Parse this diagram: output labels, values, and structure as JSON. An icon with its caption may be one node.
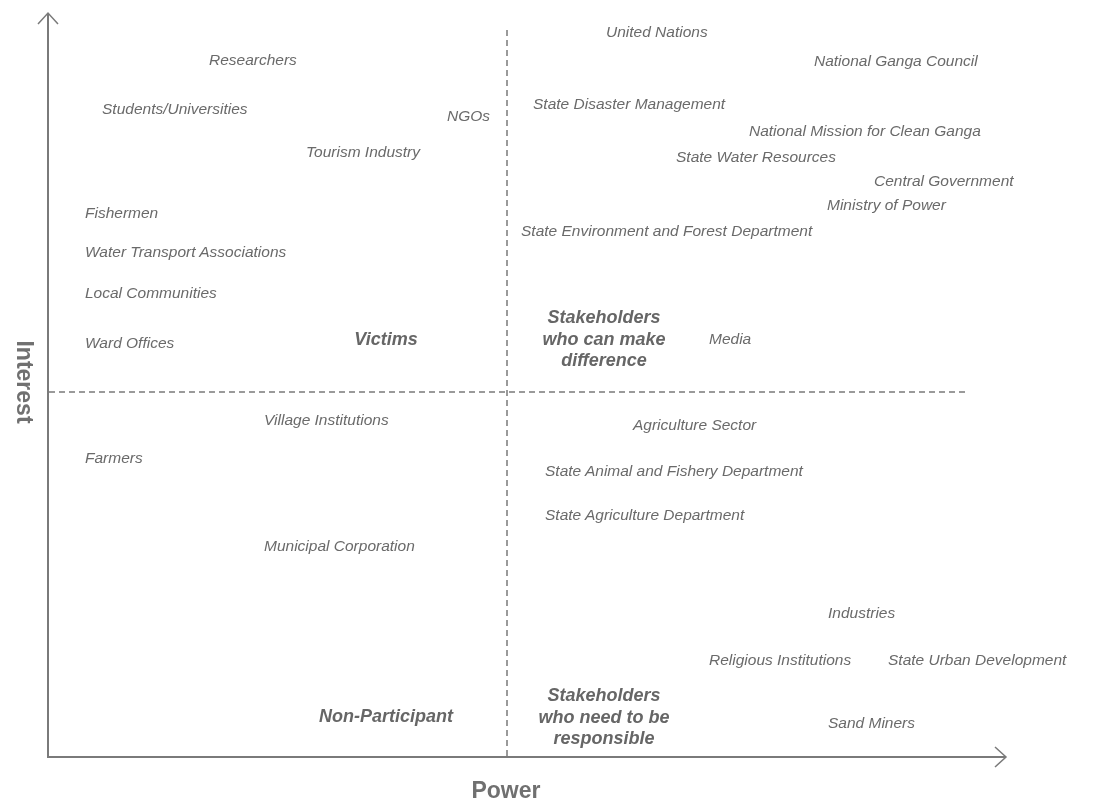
{
  "diagram": {
    "labels": [
      "United Nations",
      "Researchers",
      "National Ganga Council",
      "Students/Universities",
      "NGOs",
      "State Disaster Management",
      "National Mission for Clean Ganga",
      "Tourism Industry",
      "State Water Resources",
      "Central Government",
      "Ministry of Power",
      "Fishermen",
      "State Environment and Forest Department",
      "Water Transport Associations",
      "Local Communities",
      "Ward Offices",
      "Victims",
      "Stakeholders who can make difference",
      "Media",
      "Interest",
      "Village Institutions",
      "Agriculture Sector",
      "Farmers",
      "State Animal and Fishery Department",
      "State Agriculture Department",
      "Municipal Corporation",
      "Industries",
      "Religious Institutions",
      "State Urban Development",
      "Non-Participant",
      "Stakeholders who need to be responsible",
      "Sand Miners",
      "Power"
    ]
  }
}
